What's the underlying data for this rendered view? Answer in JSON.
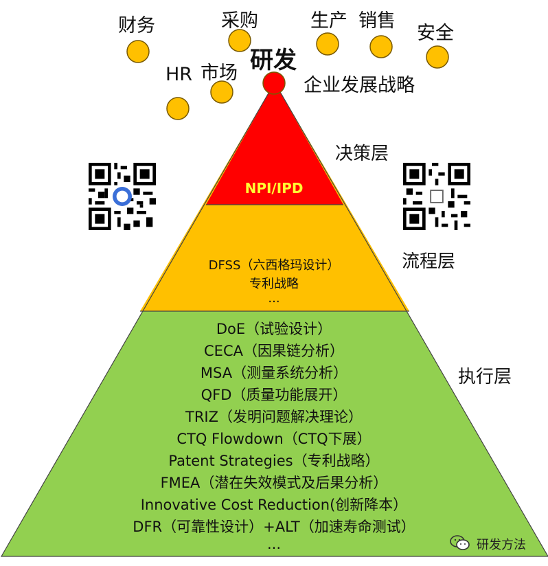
{
  "top_label": "研发",
  "strategy_label": "企业发展战略",
  "departments": [
    "财务",
    "采购",
    "生产",
    "销售",
    "安全",
    "HR",
    "市场"
  ],
  "layers": {
    "decision": {
      "name": "决策层",
      "items": [
        "NPI/IPD"
      ]
    },
    "process": {
      "name": "流程层",
      "items": [
        "DFSS（六西格玛设计）",
        "专利战略",
        "..."
      ]
    },
    "execution": {
      "name": "执行层",
      "items": [
        "DoE（试验设计）",
        "CECA（因果链分析）",
        "MSA（测量系统分析）",
        "QFD（质量功能展开）",
        "TRIZ（发明问题解决理论）",
        "CTQ Flowdown（CTQ下展）",
        "Patent Strategies（专利战略）",
        "FMEA（潜在失效模式及后果分析）",
        "Innovative Cost Reduction(创新降本）",
        "DFR（可靠性设计）+ALT（加速寿命测试）",
        "..."
      ]
    }
  },
  "colors": {
    "decision": "#ff0000",
    "process": "#ffc000",
    "execution": "#92d050",
    "dept_dot": "#ffc000",
    "top_dot": "#ff0000"
  },
  "watermark": "研发方法"
}
